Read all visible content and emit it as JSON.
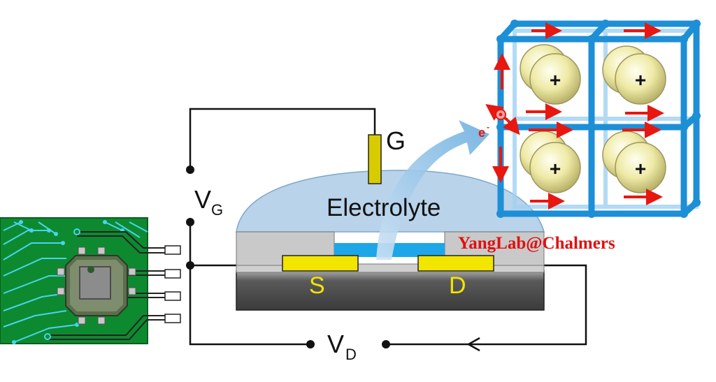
{
  "labels": {
    "gate": "G",
    "vg_main": "V",
    "vg_sub": "G",
    "vd_main": "V",
    "vd_sub": "D",
    "electrolyte": "Electrolyte",
    "source": "S",
    "drain": "D",
    "electron": "e",
    "electron_sup": "-",
    "ion_charge": "+"
  },
  "watermark": "YangLab@Chalmers",
  "colors": {
    "electrolyte": "#b8d3ea",
    "channel": "#1ea7e8",
    "gold": "#f2e500",
    "lattice": "#1d8fd6",
    "arrow": "#e8170f",
    "substrate": "#4a4a4a",
    "pcb": "#0d8a2f",
    "watermark": "#e01010"
  }
}
